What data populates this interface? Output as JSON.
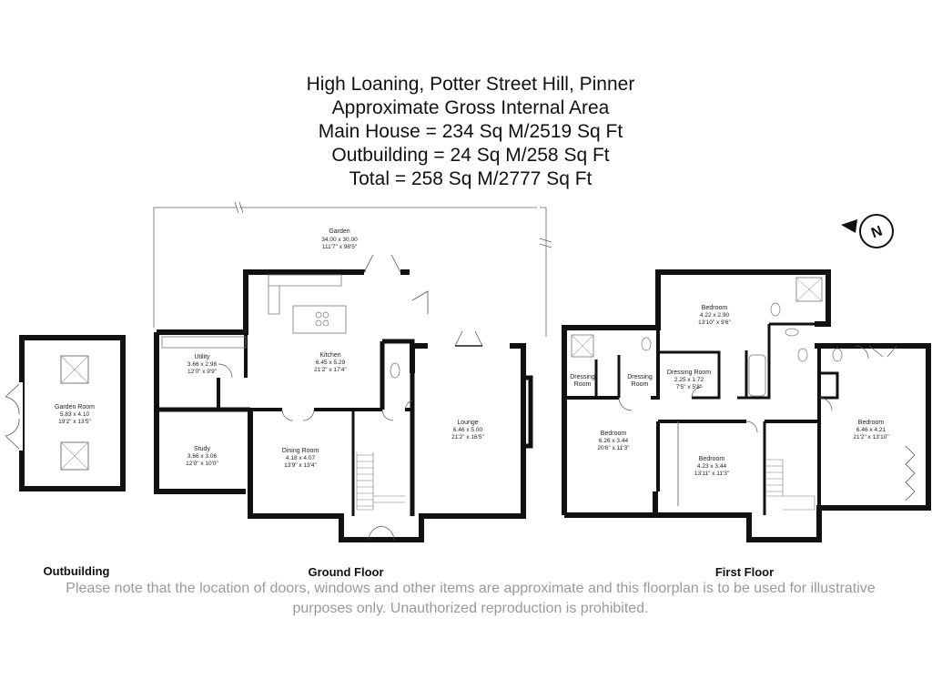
{
  "header": {
    "line1": "High Loaning, Potter Street Hill, Pinner",
    "line2": "Approximate Gross Internal Area",
    "line3": "Main House = 234 Sq M/2519 Sq Ft",
    "line4": "Outbuilding = 24 Sq M/258 Sq Ft",
    "line5": "Total = 258 Sq M/2777 Sq Ft"
  },
  "compass": {
    "letter": "N",
    "icon": "north-arrow-icon"
  },
  "floors": {
    "outbuilding": "Outbuilding",
    "ground": "Ground Floor",
    "first": "First Floor"
  },
  "rooms": {
    "garden": {
      "name": "Garden",
      "metric": "34.00 x 30.00",
      "imperial": "111'7\" x 98'5\""
    },
    "garden_room": {
      "name": "Garden Room",
      "metric": "5.83 x 4.10",
      "imperial": "19'2\" x 13'5\""
    },
    "utility": {
      "name": "Utility",
      "metric": "3.66 x 2.98",
      "imperial": "12'0\" x 9'9\""
    },
    "kitchen": {
      "name": "Kitchen",
      "metric": "6.45 x 5.29",
      "imperial": "21'2\" x 17'4\""
    },
    "study": {
      "name": "Study",
      "metric": "3.66 x 3.06",
      "imperial": "12'0\" x 10'0\""
    },
    "dining": {
      "name": "Dining Room",
      "metric": "4.18 x 4.07",
      "imperial": "13'9\" x 13'4\""
    },
    "lounge": {
      "name": "Lounge",
      "metric": "6.46 x 5.00",
      "imperial": "21'2\" x 16'5\""
    },
    "bedroom_top": {
      "name": "Bedroom",
      "metric": "4.22 x 2.90",
      "imperial": "13'10\" x 9'6\""
    },
    "dressing_room_1": {
      "name1": "Dressing",
      "name2": "Room"
    },
    "dressing_room_2": {
      "name1": "Dressing",
      "name2": "Room"
    },
    "dressing_room_3": {
      "name": "Dressing Room",
      "metric": "2.25 x 1.72",
      "imperial": "7'5\" x 5'8\""
    },
    "bedroom_left": {
      "name": "Bedroom",
      "metric": "6.26 x 3.44",
      "imperial": "20'6\" x 11'3\""
    },
    "bedroom_mid": {
      "name": "Bedroom",
      "metric": "4.23 x 3.44",
      "imperial": "13'11\" x 11'3\""
    },
    "bedroom_right": {
      "name": "Bedroom",
      "metric": "6.46 x 4.21",
      "imperial": "21'2\" x 13'10\""
    }
  },
  "disclaimer": {
    "line1": "Please note that the location of doors, windows and other items are approximate and this floorplan is to be used for illustrative",
    "line2": "purposes only. Unauthorized reproduction is prohibited."
  }
}
